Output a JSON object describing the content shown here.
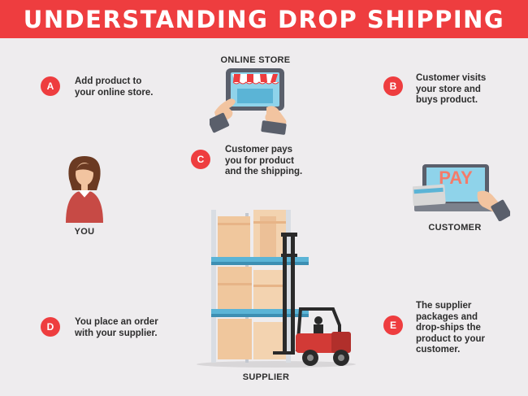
{
  "title": "UNDERSTANDING DROP SHIPPING",
  "steps": [
    {
      "letter": "A",
      "lines": [
        "Add product to",
        "your online store."
      ]
    },
    {
      "letter": "B",
      "lines": [
        "Customer visits",
        "your store and",
        "buys product."
      ]
    },
    {
      "letter": "C",
      "lines": [
        "Customer pays",
        "you for product",
        "and the shipping."
      ]
    },
    {
      "letter": "D",
      "lines": [
        "You place an order",
        "with your supplier."
      ]
    },
    {
      "letter": "E",
      "lines": [
        "The supplier",
        "packages and",
        "drop-ships the",
        "product to your",
        "customer."
      ]
    }
  ],
  "labels": {
    "online_store": "ONLINE STORE",
    "you": "YOU",
    "customer": "CUSTOMER",
    "supplier": "SUPPLIER",
    "pay": "PAY"
  },
  "colors": {
    "accent": "#ee3d3f",
    "background": "#eeecee",
    "text": "#2d2d2d"
  }
}
